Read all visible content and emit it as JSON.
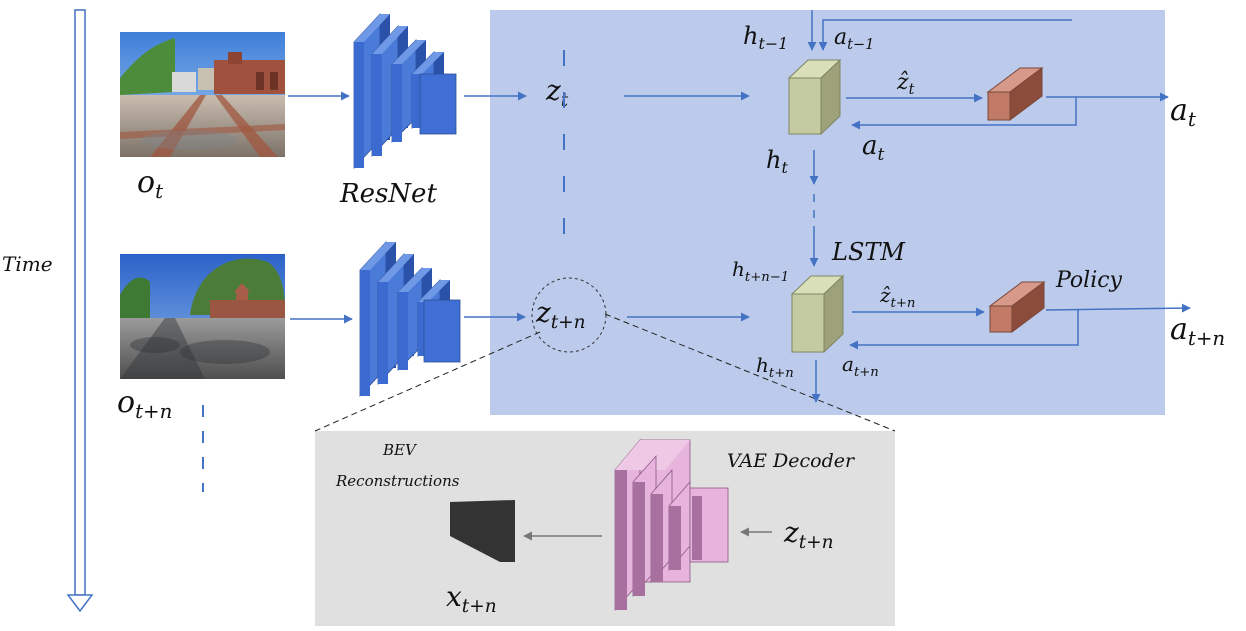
{
  "time_axis": {
    "label": "Time"
  },
  "observations": [
    {
      "main": "o",
      "sub": "t"
    },
    {
      "main": "o",
      "sub": "t+n"
    }
  ],
  "encoder": {
    "label": "ResNet"
  },
  "latents": [
    {
      "main": "z",
      "sub": "t"
    },
    {
      "main": "z",
      "sub": "t+n"
    }
  ],
  "lstm": {
    "label": "LSTM",
    "h_prev": {
      "main": "h",
      "sub": "t−1"
    },
    "a_prev": {
      "main": "a",
      "sub": "t−1"
    },
    "h_t": {
      "main": "h",
      "sub": "t"
    },
    "h_tn_prev": {
      "main": "h",
      "sub": "t+n−1"
    },
    "h_tn": {
      "main": "h",
      "sub": "t+n"
    }
  },
  "predictions": [
    {
      "main": "ẑ",
      "sub": "t"
    },
    {
      "main": "ẑ",
      "sub": "t+n"
    }
  ],
  "policy": {
    "label": "Policy"
  },
  "actions": [
    {
      "main": "a",
      "sub": "t"
    },
    {
      "main": "a",
      "sub": "t+n"
    }
  ],
  "feedback_actions": [
    {
      "main": "a",
      "sub": "t"
    },
    {
      "main": "a",
      "sub": "t+n"
    }
  ],
  "decoder_panel": {
    "decoder_label": "VAE Decoder",
    "bev_label_line1": "BEV",
    "bev_label_line2": "Reconstructions",
    "input": {
      "main": "z",
      "sub": "t+n"
    },
    "output": {
      "main": "x",
      "sub": "t+n"
    }
  },
  "colors": {
    "lstm_panel": "#bccbeb",
    "decoder_panel": "#e0e0e0",
    "encoder_blue": "#3b6bd0",
    "lstm_cell": "#c4cba0",
    "policy_block": "#c07a66",
    "decoder_pink": "#e6b4dc",
    "arrow": "#4472c4",
    "bev_output": "#333333"
  }
}
